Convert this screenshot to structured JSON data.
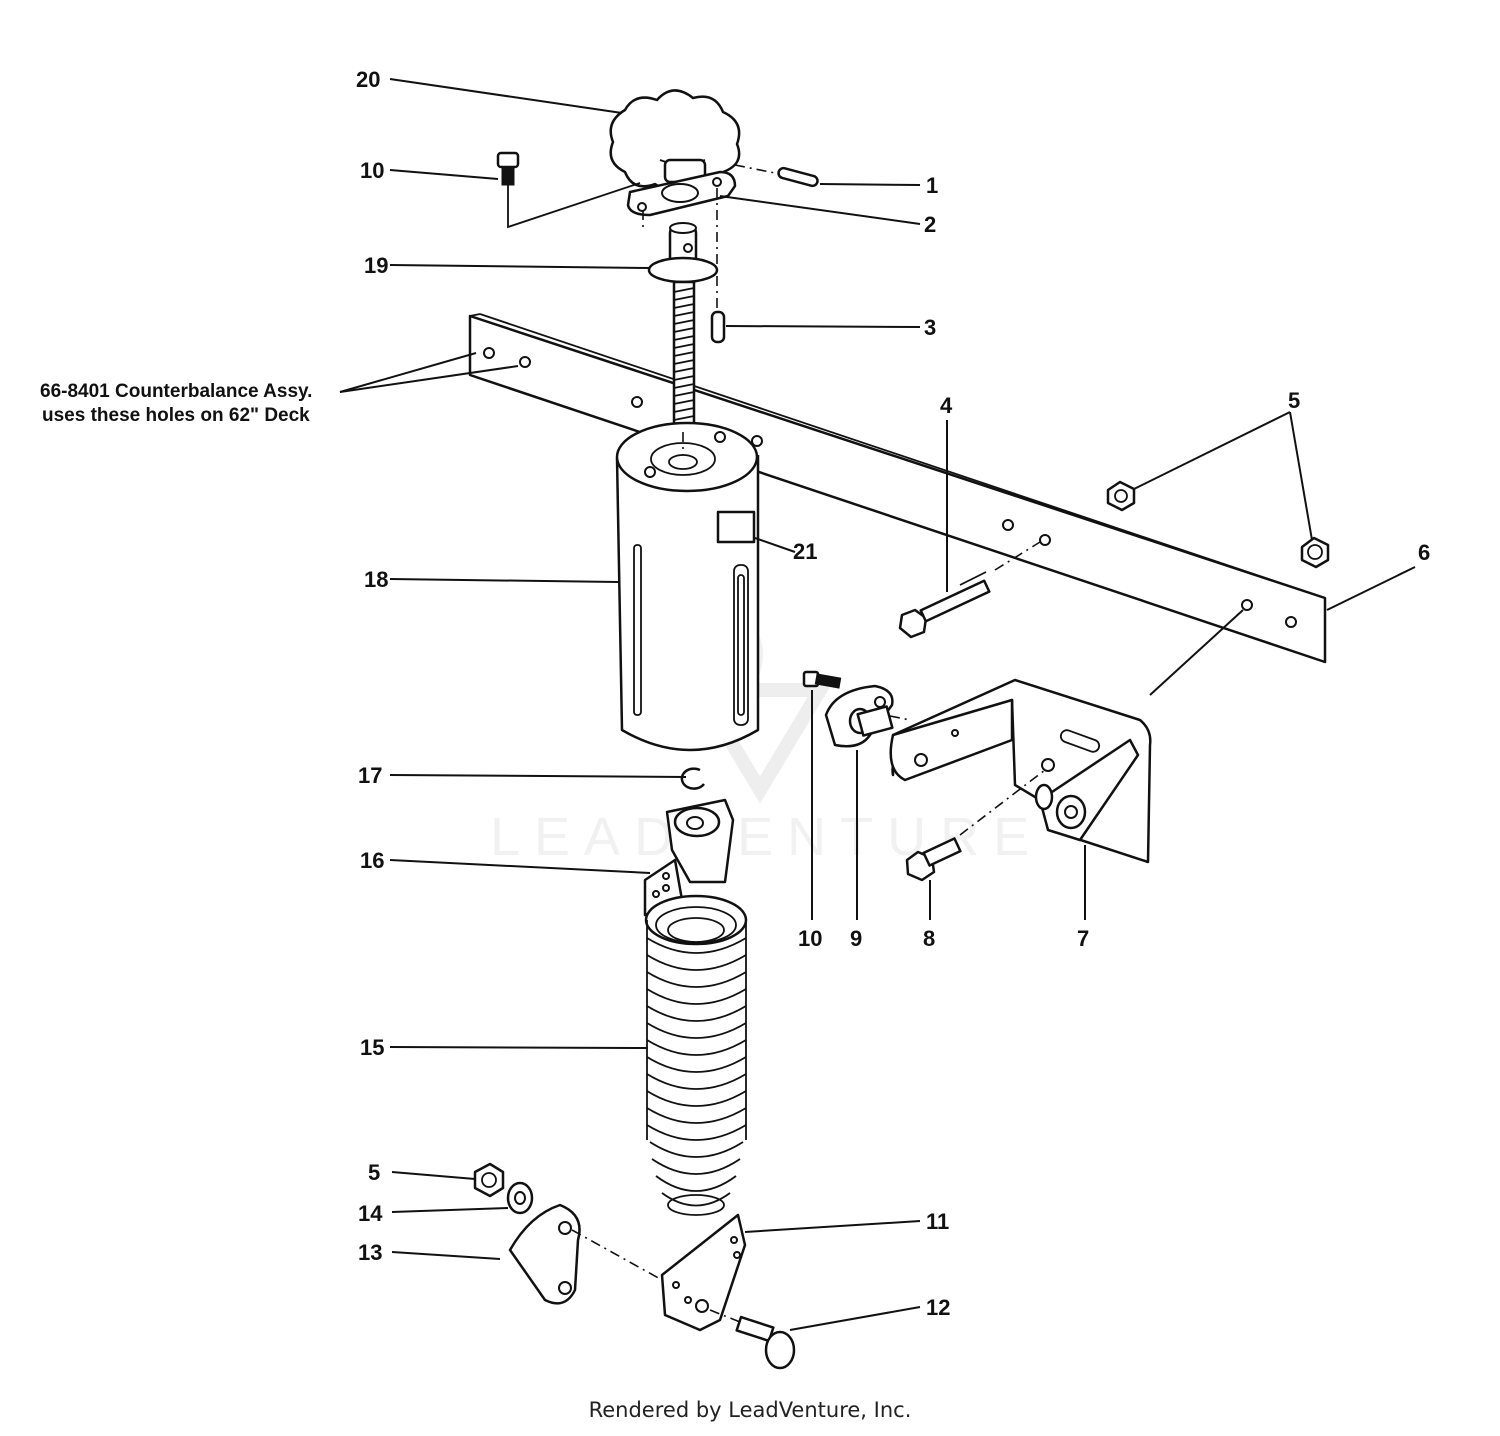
{
  "callouts": [
    {
      "id": "20",
      "text": "20"
    },
    {
      "id": "10a",
      "text": "10"
    },
    {
      "id": "1",
      "text": "1"
    },
    {
      "id": "2",
      "text": "2"
    },
    {
      "id": "19",
      "text": "19"
    },
    {
      "id": "3",
      "text": "3"
    },
    {
      "id": "4",
      "text": "4"
    },
    {
      "id": "5a",
      "text": "5"
    },
    {
      "id": "6",
      "text": "6"
    },
    {
      "id": "21",
      "text": "21"
    },
    {
      "id": "18",
      "text": "18"
    },
    {
      "id": "17",
      "text": "17"
    },
    {
      "id": "16",
      "text": "16"
    },
    {
      "id": "10b",
      "text": "10"
    },
    {
      "id": "9",
      "text": "9"
    },
    {
      "id": "8",
      "text": "8"
    },
    {
      "id": "7",
      "text": "7"
    },
    {
      "id": "15",
      "text": "15"
    },
    {
      "id": "5b",
      "text": "5"
    },
    {
      "id": "14",
      "text": "14"
    },
    {
      "id": "13",
      "text": "13"
    },
    {
      "id": "11",
      "text": "11"
    },
    {
      "id": "12",
      "text": "12"
    }
  ],
  "note": {
    "line1": "66-8401 Counterbalance Assy.",
    "line2": "uses these holes on 62\" Deck"
  },
  "watermark": "LEADVENTURE",
  "footer": "Rendered by LeadVenture, Inc."
}
